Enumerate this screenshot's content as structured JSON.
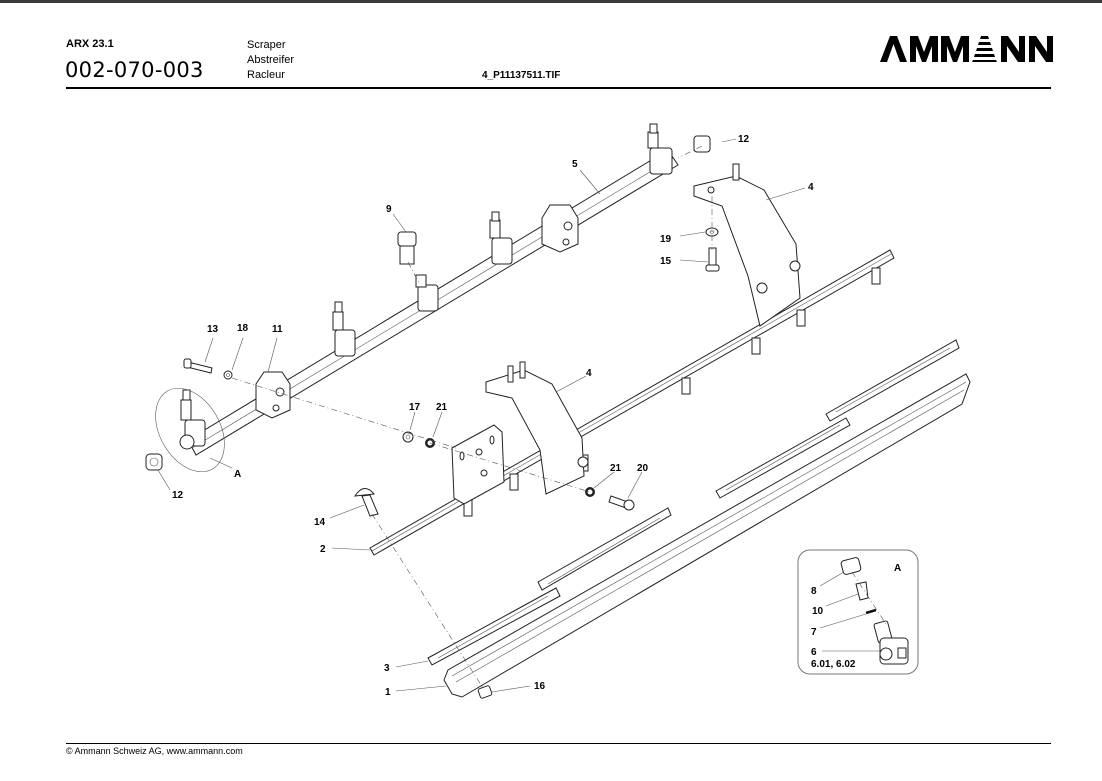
{
  "header": {
    "model": "ARX 23.1",
    "part_number": "002-070-003",
    "titles": [
      "Scraper",
      "Abstreifer",
      "Racleur"
    ],
    "filename": "4_P11137511.TIF",
    "logo_text": "AMMANN"
  },
  "footer": {
    "copyright": "© Ammann Schweiz AG, www.ammann.com"
  },
  "drawing": {
    "callouts": {
      "c1": "1",
      "c2": "2",
      "c3": "3",
      "c4a": "4",
      "c4b": "4",
      "c5": "5",
      "c9": "9",
      "c11": "11",
      "c12a": "12",
      "c12b": "12",
      "c13": "13",
      "c14": "14",
      "c15": "15",
      "c16": "16",
      "c17": "17",
      "c18": "18",
      "c19": "19",
      "c20": "20",
      "c21a": "21",
      "c21b": "21",
      "cA": "A"
    },
    "detail_A": {
      "title": "A",
      "c8": "8",
      "c10": "10",
      "c7": "7",
      "c6": "6",
      "c6sub": "6.01, 6.02"
    }
  }
}
